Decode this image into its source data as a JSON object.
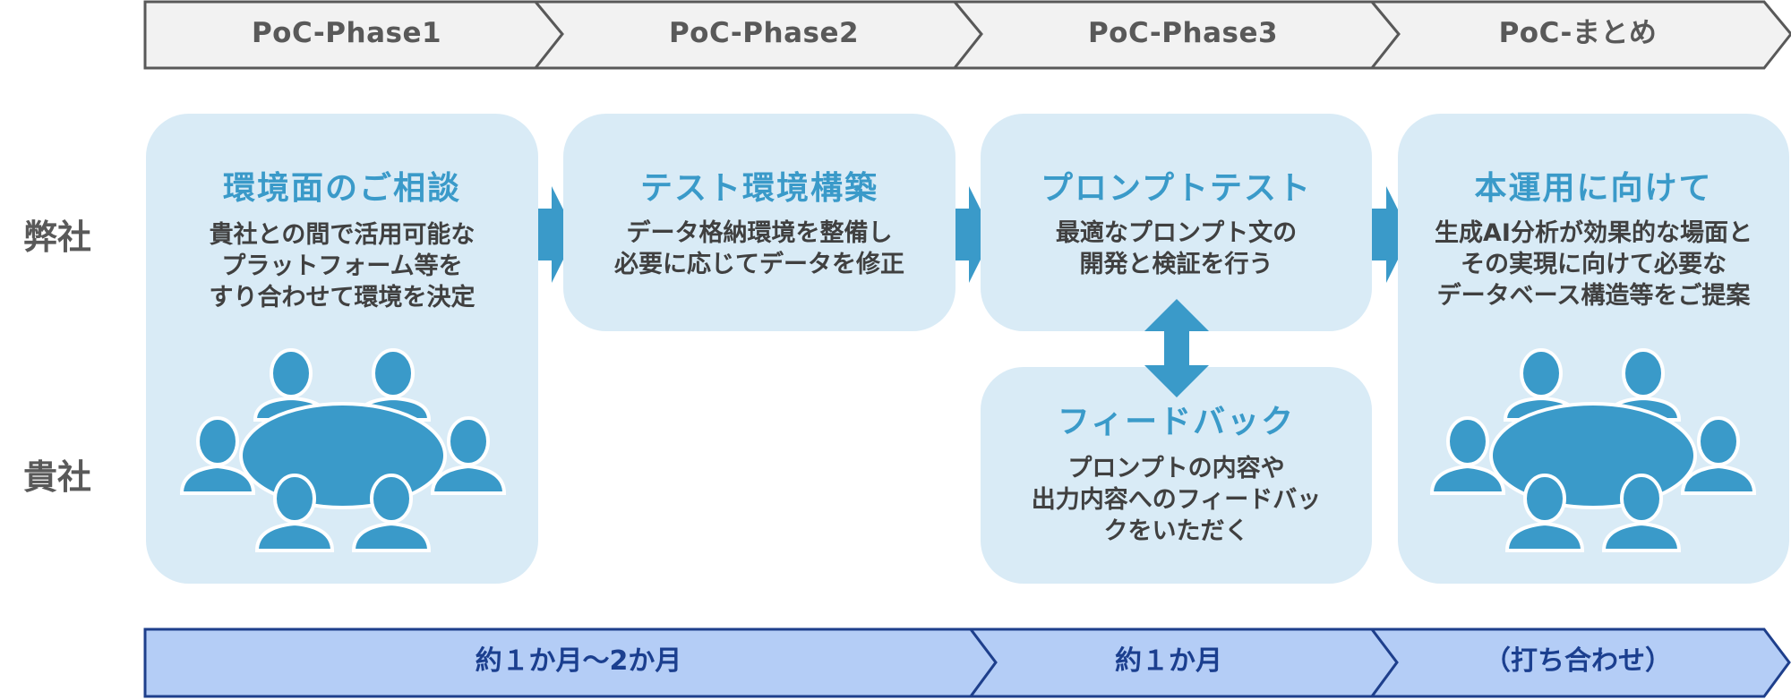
{
  "phases": [
    {
      "label": "PoC-Phase1"
    },
    {
      "label": "PoC-Phase2"
    },
    {
      "label": "PoC-Phase3"
    },
    {
      "label": "PoC-まとめ"
    }
  ],
  "rows": {
    "ours": "弊社",
    "yours": "貴社"
  },
  "cards": {
    "consultation": {
      "title": "環境面のご相談",
      "desc": "貴社との間で活用可能な\nプラットフォーム等を\nすり合わせて環境を決定"
    },
    "test_env": {
      "title": "テスト環境構築",
      "desc": "データ格納環境を整備し\n必要に応じてデータを修正"
    },
    "prompt_test": {
      "title": "プロンプトテスト",
      "desc": "最適なプロンプト文の\n開発と検証を行う"
    },
    "feedback": {
      "title": "フィードバック",
      "desc": "プロンプトの内容や\n出力内容へのフィードバッ\nクをいただく"
    },
    "production": {
      "title": "本運用に向けて",
      "desc": "生成AI分析が効果的な場面と\nその実現に向けて必要な\nデータベース構造等をご提案"
    }
  },
  "timeline": [
    {
      "label": "約１か月〜2か月"
    },
    {
      "label": "約１か月"
    },
    {
      "label": "（打ち合わせ）"
    }
  ],
  "colors": {
    "card_bg": "#d9ebf6",
    "accent": "#3a9ac9",
    "timeline_fill": "#b4cdf6",
    "timeline_stroke": "#1e3f8c",
    "phase_fill": "#f2f2f2",
    "phase_stroke": "#595959"
  },
  "icons": [
    "meeting-table-icon",
    "arrow-right-icon",
    "double-arrow-vertical-icon"
  ]
}
